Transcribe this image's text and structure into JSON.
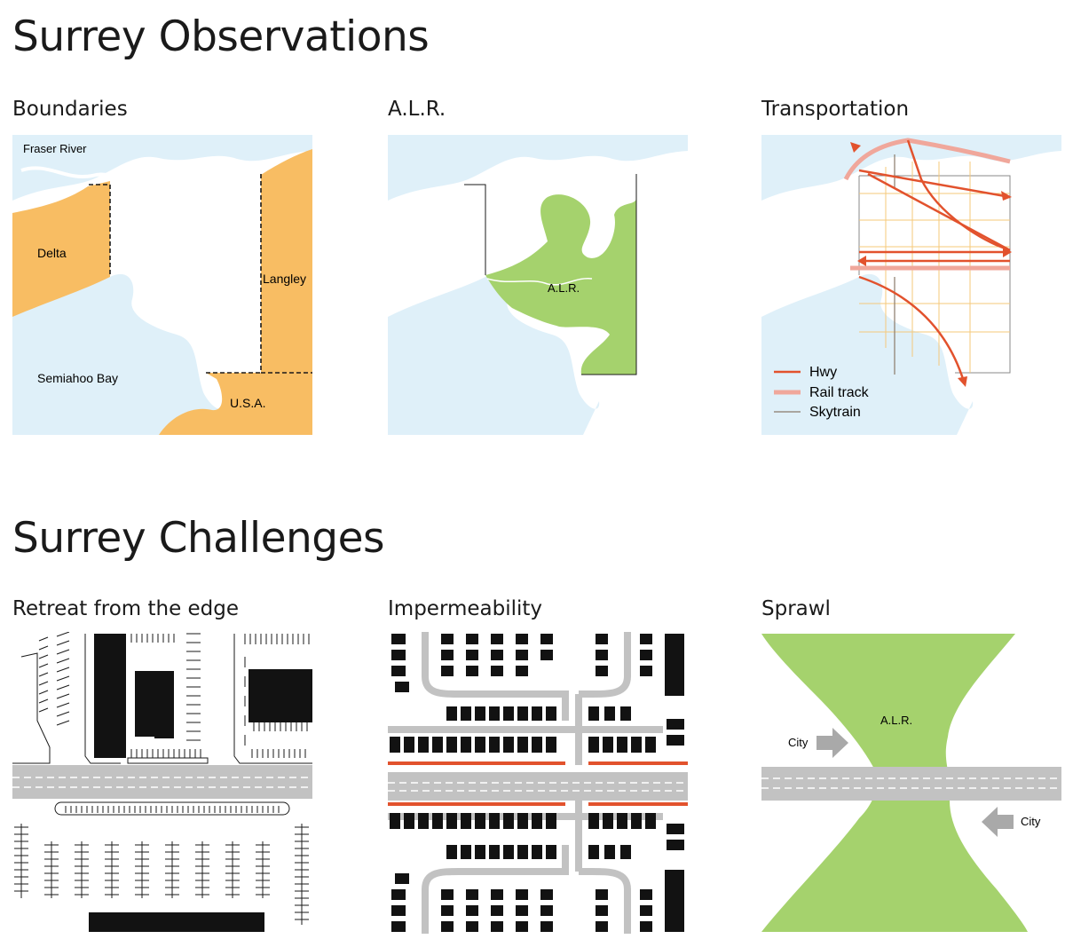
{
  "observations": {
    "title": "Surrey Observations",
    "panels": {
      "boundaries": {
        "title": "Boundaries",
        "labels": {
          "fraser_river": "Fraser River",
          "delta": "Delta",
          "langley": "Langley",
          "semiahoo_bay": "Semiahoo Bay",
          "usa": "U.S.A."
        }
      },
      "alr": {
        "title": "A.L.R.",
        "label": "A.L.R."
      },
      "transportation": {
        "title": "Transportation",
        "legend": {
          "hwy": "Hwy",
          "rail": "Rail track",
          "skytrain": "Skytrain"
        }
      }
    }
  },
  "challenges": {
    "title": "Surrey Challenges",
    "panels": {
      "retreat": {
        "title": "Retreat from the edge"
      },
      "impermeability": {
        "title": "Impermeability"
      },
      "sprawl": {
        "title": "Sprawl",
        "labels": {
          "alr": "A.L.R.",
          "city_left": "City",
          "city_right": "City"
        }
      }
    }
  },
  "colors": {
    "water": "#dff0f9",
    "delta_orange": "#f8bd63",
    "alr_green": "#a5d26d",
    "hwy_red": "#e2522d",
    "road_grey": "#c2c2c2",
    "block_black": "#121212"
  }
}
